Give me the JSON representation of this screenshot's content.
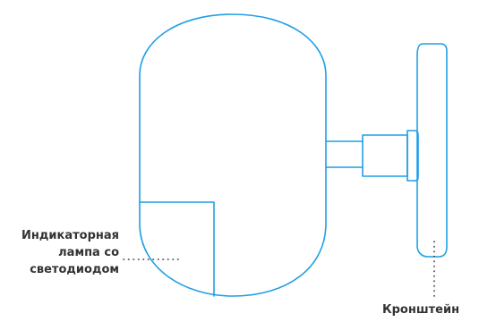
{
  "labels": {
    "led_lamp_line1": "Индикаторная",
    "led_lamp_line2": "лампа со",
    "led_lamp_line3": "светодиодом",
    "bracket": "Кронштейн"
  },
  "colors": {
    "outline": "#1f9fe6",
    "text": "#333333",
    "leader": "#3a3a3a"
  }
}
